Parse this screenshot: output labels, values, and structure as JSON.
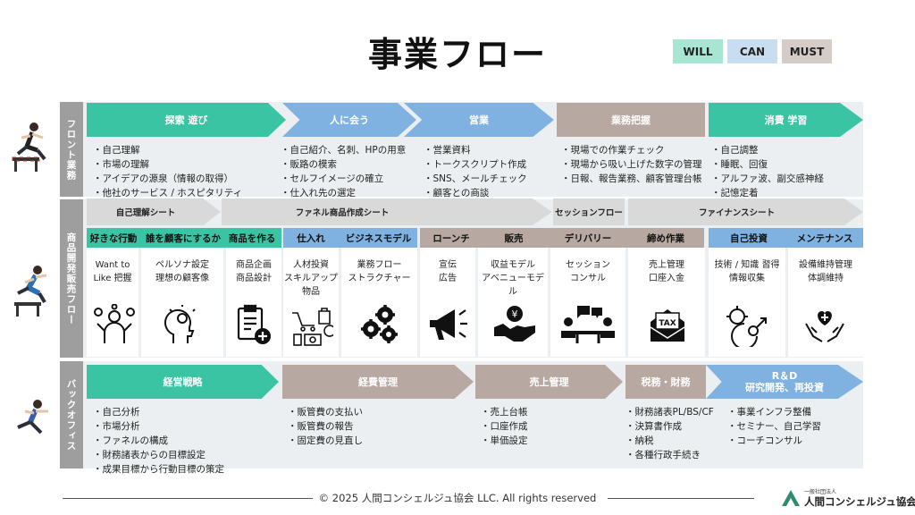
{
  "title": "事業フロー",
  "legend": {
    "will": "WILL",
    "can": "CAN",
    "must": "MUST"
  },
  "colors": {
    "will": "#3bc4a4",
    "can": "#7fb2e0",
    "must": "#b7a8a2",
    "label": "#9e9e9e",
    "band": "#eceff1"
  },
  "front": {
    "label": "フロント業務",
    "stages": [
      {
        "label": "探索 遊び",
        "bullets": [
          "自己理解",
          "市場の理解",
          "アイデアの源泉（情報の取得）",
          "他社のサービス / ホスピタリティ"
        ]
      },
      {
        "label": "人に会う",
        "bullets": [
          "自己紹介、名刺、HPの用意",
          "販路の模索",
          "セルフイメージの確立",
          "仕入れ先の選定"
        ]
      },
      {
        "label": "営業",
        "bullets": [
          "営業資料",
          "トークスクリプト作成",
          "SNS、メールチェック",
          "顧客との商談"
        ]
      },
      {
        "label": "業務把握",
        "bullets": [
          "現場での作業チェック",
          "現場から吸い上げた数字の管理",
          "日報、報告業務、顧客管理台帳"
        ]
      },
      {
        "label": "消費 学習",
        "bullets": [
          "自己調整",
          "睡眠、回復",
          "アルファ波、副交感神経",
          "記憶定着"
        ]
      }
    ]
  },
  "product": {
    "label": "商品開発販売フロー",
    "sheets": [
      "自己理解シート",
      "ファネル商品作成シート",
      "セッションフロー",
      "ファイナンスシート"
    ],
    "cells": [
      {
        "head": "好きな行動",
        "text": [
          "Want to",
          "Like 把握"
        ],
        "icon": "emotions-person-icon"
      },
      {
        "head": "誰を顧客にするか",
        "text": [
          "ペルソナ設定",
          "理想の顧客像"
        ],
        "icon": "idea-head-icon"
      },
      {
        "head": "商品を作る",
        "text": [
          "商品企画",
          "商品設計"
        ],
        "icon": "clipboard-plus-icon"
      },
      {
        "head": "仕入れ",
        "text": [
          "人材投資",
          "スキルアップ",
          "物品"
        ],
        "icon": "shopping-money-icon"
      },
      {
        "head": "ビジネスモデル",
        "text": [
          "業務フロー",
          "ストラクチャー"
        ],
        "icon": "gears-icon"
      },
      {
        "head": "ローンチ",
        "text": [
          "宣伝",
          "広告"
        ],
        "icon": "megaphone-icon"
      },
      {
        "head": "販売",
        "text": [
          "収益モデル",
          "アベニューモデル"
        ],
        "icon": "handshake-yen-icon"
      },
      {
        "head": "デリバリー",
        "text": [
          "セッション",
          "コンサル"
        ],
        "icon": "meeting-chat-icon"
      },
      {
        "head": "締め作業",
        "text": [
          "売上管理",
          "口座入金"
        ],
        "icon": "tax-envelope-icon"
      },
      {
        "head": "自己投資",
        "text": [
          "技術 / 知識 習得",
          "情報収集"
        ],
        "icon": "brain-growth-icon"
      },
      {
        "head": "メンテナンス",
        "text": [
          "設備維持管理",
          "体調維持"
        ],
        "icon": "hands-heart-icon"
      }
    ]
  },
  "back": {
    "label": "バックオフィス",
    "stages": [
      {
        "label": "経営戦略",
        "bullets": [
          "自己分析",
          "市場分析",
          "ファネルの構成",
          "財務諸表からの目標設定",
          "成果目標から行動目標の策定"
        ]
      },
      {
        "label": "経費管理",
        "bullets": [
          "販管費の支払い",
          "販管費の報告",
          "固定費の見直し"
        ]
      },
      {
        "label": "売上管理",
        "bullets": [
          "売上台帳",
          "口座作成",
          "単価設定"
        ]
      },
      {
        "label": "税務・財務",
        "bullets": [
          "財務諸表PL/BS/CF",
          "決算書作成",
          "納税",
          "各種行政手続き"
        ]
      },
      {
        "label": "R＆D",
        "label2": "研究開発、再投資",
        "bullets": [
          "事業インフラ整備",
          "セミナー、自己学習",
          "コーチコンサル"
        ]
      }
    ]
  },
  "footer": "© 2025 人間コンシェルジュ協会 LLC. All rights reserved",
  "logo": {
    "small": "一般社団法人",
    "name": "人間コンシェルジュ協会"
  }
}
